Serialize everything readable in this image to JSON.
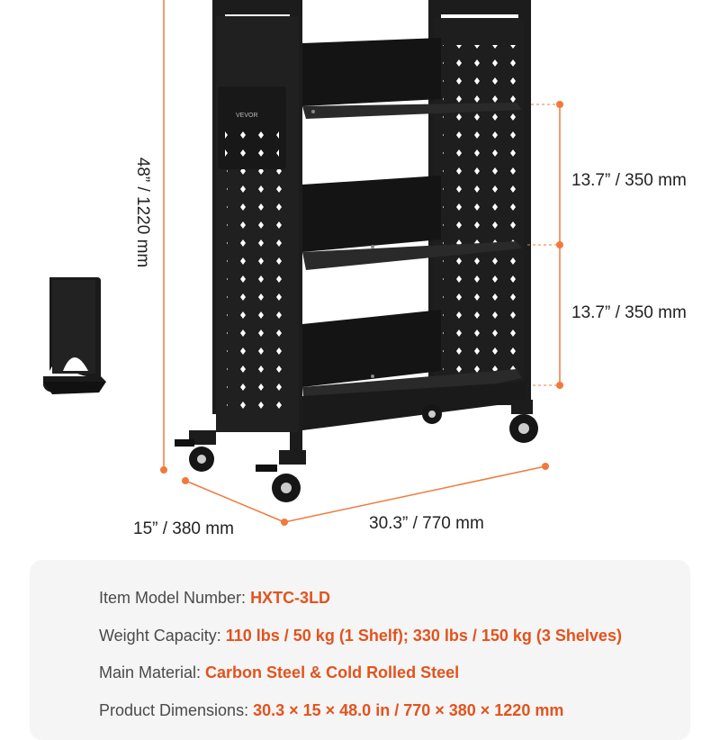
{
  "dimensions": {
    "height": "48” / 1220 mm",
    "shelf_spacing_top": "13.7” / 350 mm",
    "shelf_spacing_bottom": "13.7” / 350 mm",
    "depth": "15” / 380 mm",
    "width": "30.3” / 770 mm"
  },
  "product": {
    "brand_mark": "VEVOR"
  },
  "specs": {
    "model_key": "Item Model Number: ",
    "model_val": "HXTC-3LD",
    "weight_key": "Weight Capacity: ",
    "weight_val": "110 lbs / 50 kg (1 Shelf); 330 lbs / 150 kg (3 Shelves)",
    "material_key": "Main Material: ",
    "material_val": "Carbon Steel & Cold Rolled Steel",
    "dims_key": "Product Dimensions: ",
    "dims_val": "30.3 × 15 × 48.0 in / 770 × 380 × 1220 mm"
  },
  "colors": {
    "accent": "#e2531e",
    "dimension_line": "#f07a3c",
    "cart_black": "#1c1c1c",
    "card_bg": "#f5f5f5"
  }
}
